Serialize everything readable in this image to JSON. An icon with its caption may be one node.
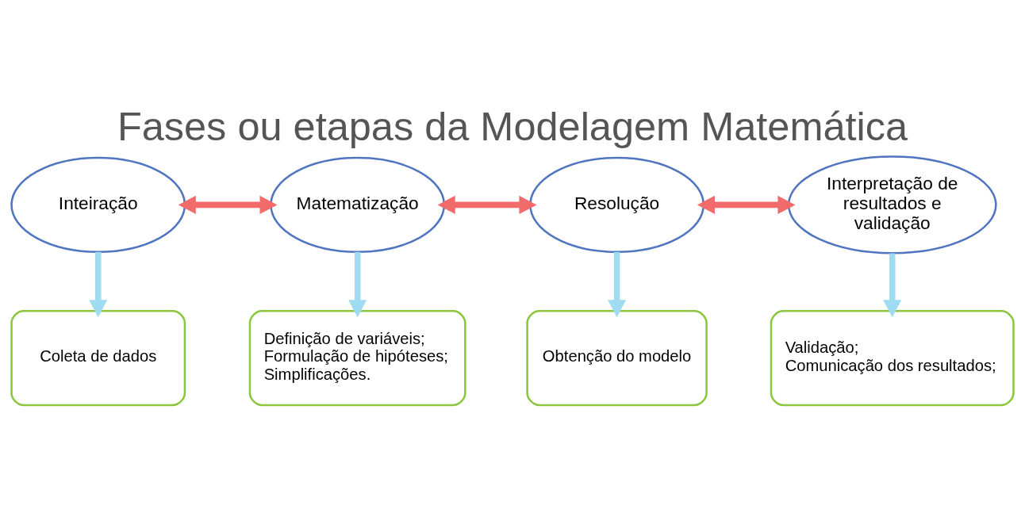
{
  "diagram": {
    "title": "Fases ou etapas da Modelagem Matemática",
    "nodes": [
      {
        "text": [
          "Inteiração"
        ]
      },
      {
        "text": [
          "Matematização"
        ]
      },
      {
        "text": [
          "Resolução"
        ]
      },
      {
        "text": [
          "Interpretação de resultados e validação"
        ]
      },
      {
        "text": [
          "Coleta de dados"
        ]
      },
      {
        "text": [
          "Definição de variáveis;",
          "Formulação de hipóteses;",
          "Simplificações."
        ]
      },
      {
        "text": [
          "Obtenção do modelo"
        ]
      },
      {
        "text": [
          "Validação;",
          "Comunicação dos resultados;"
        ]
      }
    ],
    "edges": [
      {
        "from": 0,
        "to": 1,
        "arrow": "both",
        "color": "#f26b6b"
      },
      {
        "from": 1,
        "to": 2,
        "arrow": "both",
        "color": "#f26b6b"
      },
      {
        "from": 2,
        "to": 3,
        "arrow": "both",
        "color": "#f26b6b"
      },
      {
        "from": 0,
        "to": 4,
        "arrow": "to",
        "color": "#9fdcf2"
      },
      {
        "from": 1,
        "to": 5,
        "arrow": "to",
        "color": "#9fdcf2"
      },
      {
        "from": 2,
        "to": 6,
        "arrow": "to",
        "color": "#9fdcf2"
      },
      {
        "from": 3,
        "to": 7,
        "arrow": "to",
        "color": "#9fdcf2"
      }
    ]
  }
}
